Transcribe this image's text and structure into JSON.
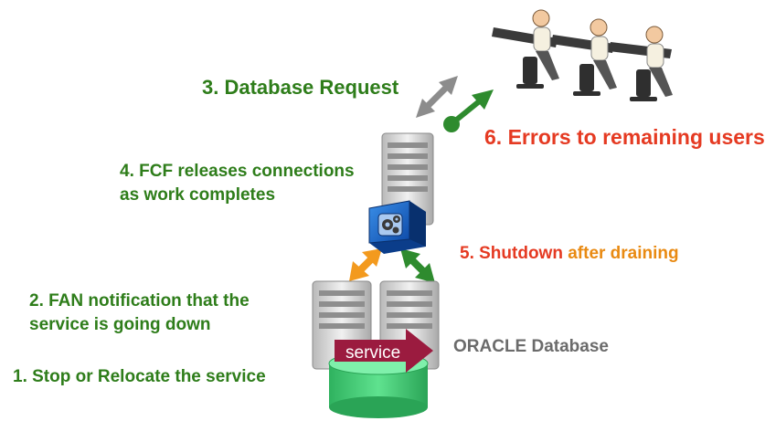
{
  "labels": {
    "database_request": "3. Database Request",
    "errors_users": "6. Errors to remaining users",
    "fcf_line1": "4. FCF releases connections",
    "fcf_line2": "as work completes",
    "shutdown_word": "5. Shutdown",
    "after_draining": "after draining",
    "fan_line1": "2. FAN notification that the",
    "fan_line2": "service is going down",
    "stop_relocate": "1. Stop or Relocate the service",
    "service": "service",
    "oracle_db": "ORACLE Database"
  },
  "colors": {
    "green_text": "#2e7d1a",
    "red_text": "#e53a22",
    "orange_text": "#e98a12",
    "gray_text": "#6b6b6b",
    "service_arrow": "#9b1b3f",
    "disk": "#3fcb73",
    "green_arrow": "#2e8b2e",
    "orange_arrow": "#f39a1e",
    "gray_arrow": "#8c8c8c"
  },
  "icons": [
    "users-icon",
    "app-server-icon",
    "connection-pool-icon",
    "db-server-icon",
    "disk-storage-icon"
  ]
}
